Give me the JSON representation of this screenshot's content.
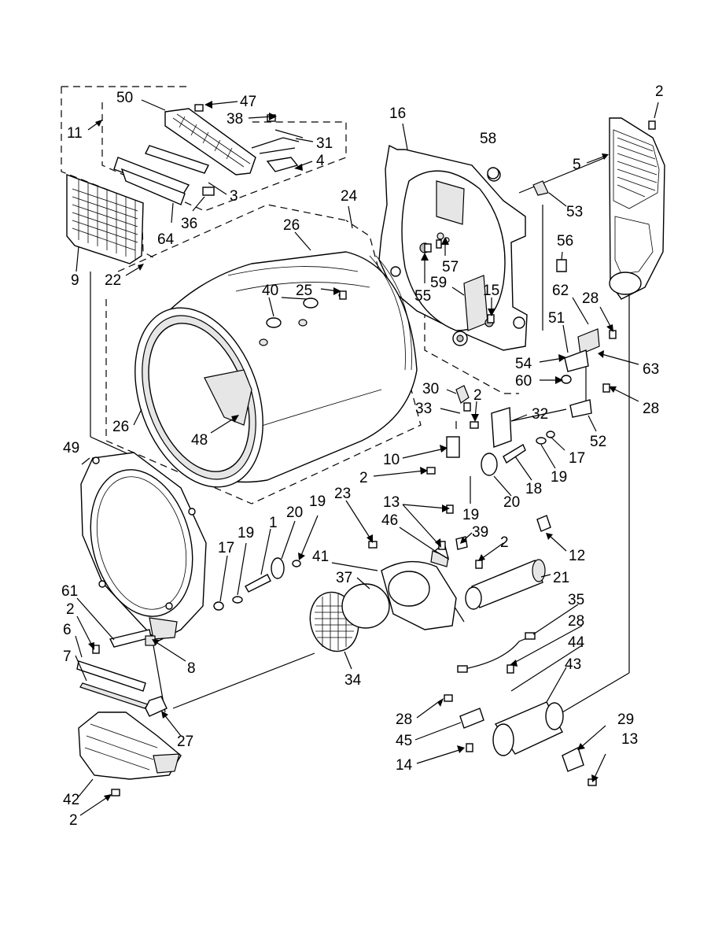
{
  "diagram": {
    "callouts": [
      {
        "id": "c50",
        "text": "50"
      },
      {
        "id": "c47",
        "text": "47"
      },
      {
        "id": "c38",
        "text": "38"
      },
      {
        "id": "c11",
        "text": "11"
      },
      {
        "id": "c31",
        "text": "31"
      },
      {
        "id": "c4a",
        "text": "4"
      },
      {
        "id": "c3",
        "text": "3"
      },
      {
        "id": "c36",
        "text": "36"
      },
      {
        "id": "c64",
        "text": "64"
      },
      {
        "id": "c9",
        "text": "9"
      },
      {
        "id": "c22",
        "text": "22"
      },
      {
        "id": "c16",
        "text": "16"
      },
      {
        "id": "c58",
        "text": "58"
      },
      {
        "id": "c2a",
        "text": "2"
      },
      {
        "id": "c5",
        "text": "5"
      },
      {
        "id": "c53",
        "text": "53"
      },
      {
        "id": "c24",
        "text": "24"
      },
      {
        "id": "c26a",
        "text": "26"
      },
      {
        "id": "c40",
        "text": "40"
      },
      {
        "id": "c25",
        "text": "25"
      },
      {
        "id": "c57",
        "text": "57"
      },
      {
        "id": "c56",
        "text": "56"
      },
      {
        "id": "c59",
        "text": "59"
      },
      {
        "id": "c55",
        "text": "55"
      },
      {
        "id": "c15",
        "text": "15"
      },
      {
        "id": "c62",
        "text": "62"
      },
      {
        "id": "c28a",
        "text": "28"
      },
      {
        "id": "c51",
        "text": "51"
      },
      {
        "id": "c54",
        "text": "54"
      },
      {
        "id": "c63",
        "text": "63"
      },
      {
        "id": "c60",
        "text": "60"
      },
      {
        "id": "c28b",
        "text": "28"
      },
      {
        "id": "c30",
        "text": "30"
      },
      {
        "id": "c2b",
        "text": "2"
      },
      {
        "id": "c33",
        "text": "33"
      },
      {
        "id": "c32",
        "text": "32"
      },
      {
        "id": "c52",
        "text": "52"
      },
      {
        "id": "c26b",
        "text": "26"
      },
      {
        "id": "c48",
        "text": "48"
      },
      {
        "id": "c10",
        "text": "10"
      },
      {
        "id": "c17a",
        "text": "17"
      },
      {
        "id": "c19a",
        "text": "19"
      },
      {
        "id": "c2c",
        "text": "2"
      },
      {
        "id": "c18",
        "text": "18"
      },
      {
        "id": "c49",
        "text": "49"
      },
      {
        "id": "c19b",
        "text": "19"
      },
      {
        "id": "c20a",
        "text": "20"
      },
      {
        "id": "c23",
        "text": "23"
      },
      {
        "id": "c13a",
        "text": "13"
      },
      {
        "id": "c46",
        "text": "46"
      },
      {
        "id": "c39",
        "text": "39"
      },
      {
        "id": "c12",
        "text": "12"
      },
      {
        "id": "c1",
        "text": "1"
      },
      {
        "id": "c20b",
        "text": "20"
      },
      {
        "id": "c19c",
        "text": "19"
      },
      {
        "id": "c19d",
        "text": "19"
      },
      {
        "id": "c17b",
        "text": "17"
      },
      {
        "id": "c41",
        "text": "41"
      },
      {
        "id": "c2d",
        "text": "2"
      },
      {
        "id": "c21",
        "text": "21"
      },
      {
        "id": "c37",
        "text": "37"
      },
      {
        "id": "c35",
        "text": "35"
      },
      {
        "id": "c61",
        "text": "61"
      },
      {
        "id": "c2e",
        "text": "2"
      },
      {
        "id": "c6",
        "text": "6"
      },
      {
        "id": "c7",
        "text": "7"
      },
      {
        "id": "c8",
        "text": "8"
      },
      {
        "id": "c28c",
        "text": "28"
      },
      {
        "id": "c44",
        "text": "44"
      },
      {
        "id": "c43",
        "text": "43"
      },
      {
        "id": "c34",
        "text": "34"
      },
      {
        "id": "c27",
        "text": "27"
      },
      {
        "id": "c28d",
        "text": "28"
      },
      {
        "id": "c29",
        "text": "29"
      },
      {
        "id": "c45",
        "text": "45"
      },
      {
        "id": "c13b",
        "text": "13"
      },
      {
        "id": "c14",
        "text": "14"
      },
      {
        "id": "c42",
        "text": "42"
      },
      {
        "id": "c2f",
        "text": "2"
      }
    ]
  }
}
